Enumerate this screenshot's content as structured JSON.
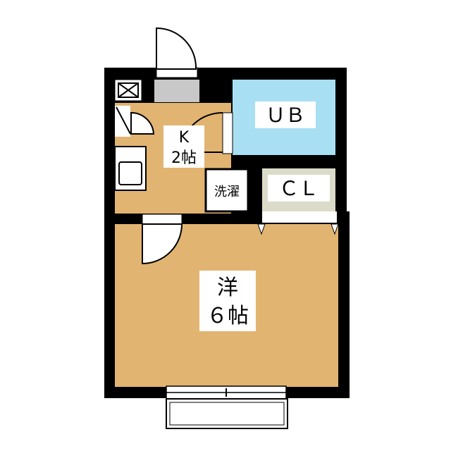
{
  "rooms": {
    "kitchen": {
      "name": "K",
      "size": "2帖",
      "color": "#e2b471"
    },
    "bath": {
      "name": "ＵＢ",
      "color": "#a9dff2"
    },
    "closet": {
      "name": "ＣＬ",
      "color": "#dcdbc9"
    },
    "washer": {
      "name": "洗濯"
    },
    "western": {
      "name": "洋",
      "size": "６帖",
      "color": "#e2b471"
    }
  },
  "colors": {
    "wall": "#000000",
    "fixture": "#c8c8c8",
    "background": "#ffffff"
  }
}
